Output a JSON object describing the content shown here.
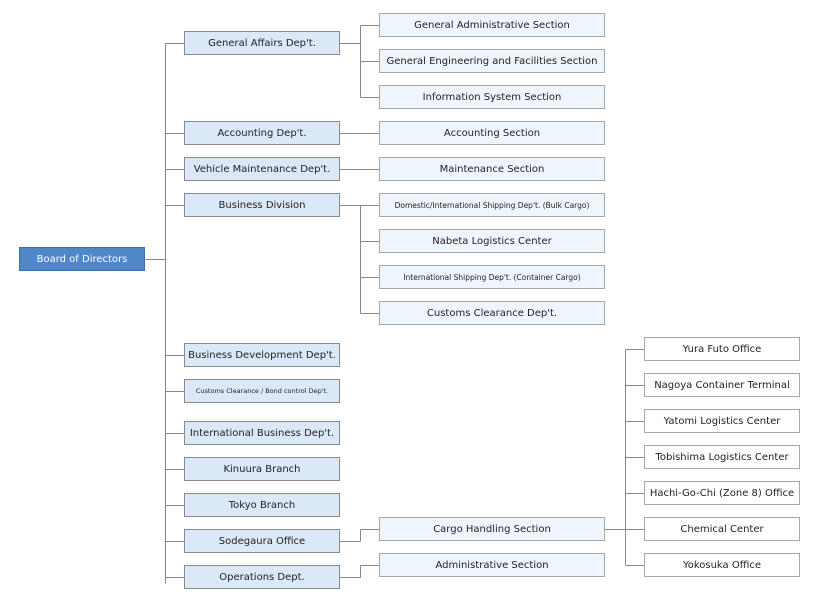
{
  "org_chart": {
    "root": "Board of Directors",
    "departments": {
      "general_affairs": "General Affairs Dep't.",
      "accounting": "Accounting Dep't.",
      "vehicle_maintenance": "Vehicle Maintenance Dep't.",
      "business_division": "Business Division",
      "business_development": "Business Development Dep't.",
      "customs_bond": "Customs Clearance / Bond control Dep't.",
      "international_business": "International Business Dep't.",
      "kinuura": "Kinuura Branch",
      "tokyo": "Tokyo Branch",
      "sodegaura": "Sodegaura Office",
      "operations": "Operations Dept."
    },
    "sections": {
      "general_admin": "General Administrative Section",
      "general_engineering": "General Engineering and Facilities Section",
      "information_system": "Information System Section",
      "accounting_section": "Accounting Section",
      "maintenance_section": "Maintenance Section",
      "domestic_intl_shipping": "Domestic/International Shipping Dep't. (Bulk Cargo)",
      "nabeta_center": "Nabeta Logistics Center",
      "intl_shipping_container": "International Shipping Dep't. (Container Cargo)",
      "customs_clearance": "Customs Clearance Dep't.",
      "cargo_handling": "Cargo Handling Section",
      "administrative_section": "Administrative Section"
    },
    "offices": {
      "yura_futo": "Yura Futo Office",
      "nagoya_container": "Nagoya Container Terminal",
      "yatomi": "Yatomi Logistics Center",
      "tobishima": "Tobishima Logistics Center",
      "hachi_go_chi": "Hachi-Go-Chi (Zone 8) Office",
      "chemical": "Chemical Center",
      "yokosuka": "Yokosuka Office"
    }
  }
}
